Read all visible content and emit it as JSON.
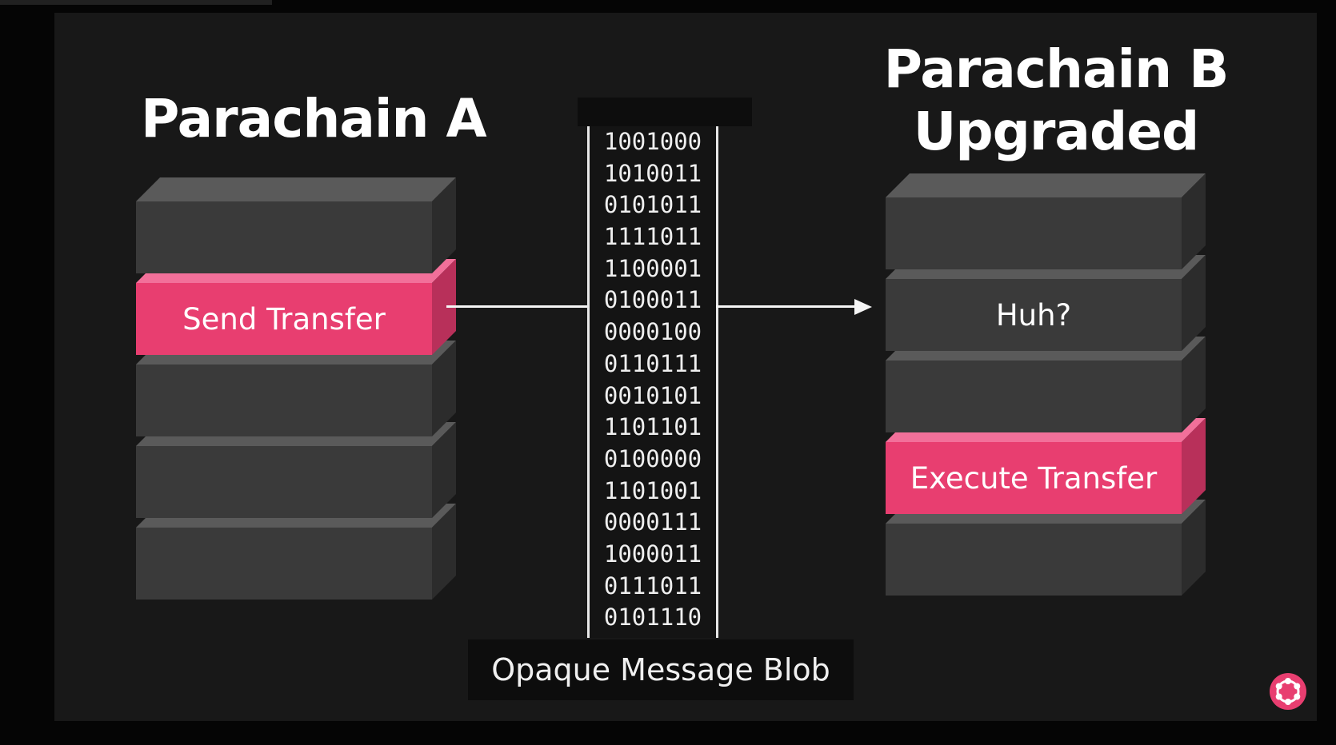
{
  "parachain_a": {
    "title": "Parachain A",
    "blocks": [
      "",
      "Send Transfer",
      "",
      "",
      ""
    ],
    "highlight": "Send Transfer"
  },
  "parachain_b": {
    "title_line1": "Parachain B",
    "title_line2": "Upgraded",
    "blocks": [
      "",
      "Huh?",
      "",
      "Execute Transfer",
      ""
    ],
    "highlight": "Execute Transfer"
  },
  "message": {
    "bits": [
      "1001000",
      "1010011",
      "0101011",
      "1111011",
      "1100001",
      "0100011",
      "0000100",
      "0110111",
      "0010101",
      "1101101",
      "0100000",
      "1101001",
      "0000111",
      "1000011",
      "0111011",
      "0101110"
    ],
    "label": "Opaque Message Blob"
  },
  "colors": {
    "background": "#181818",
    "block": "#3a3a3a",
    "highlight": "#e83e70",
    "text": "#ffffff"
  },
  "icons": {
    "corner_logo": "polkadot-logo-icon"
  }
}
